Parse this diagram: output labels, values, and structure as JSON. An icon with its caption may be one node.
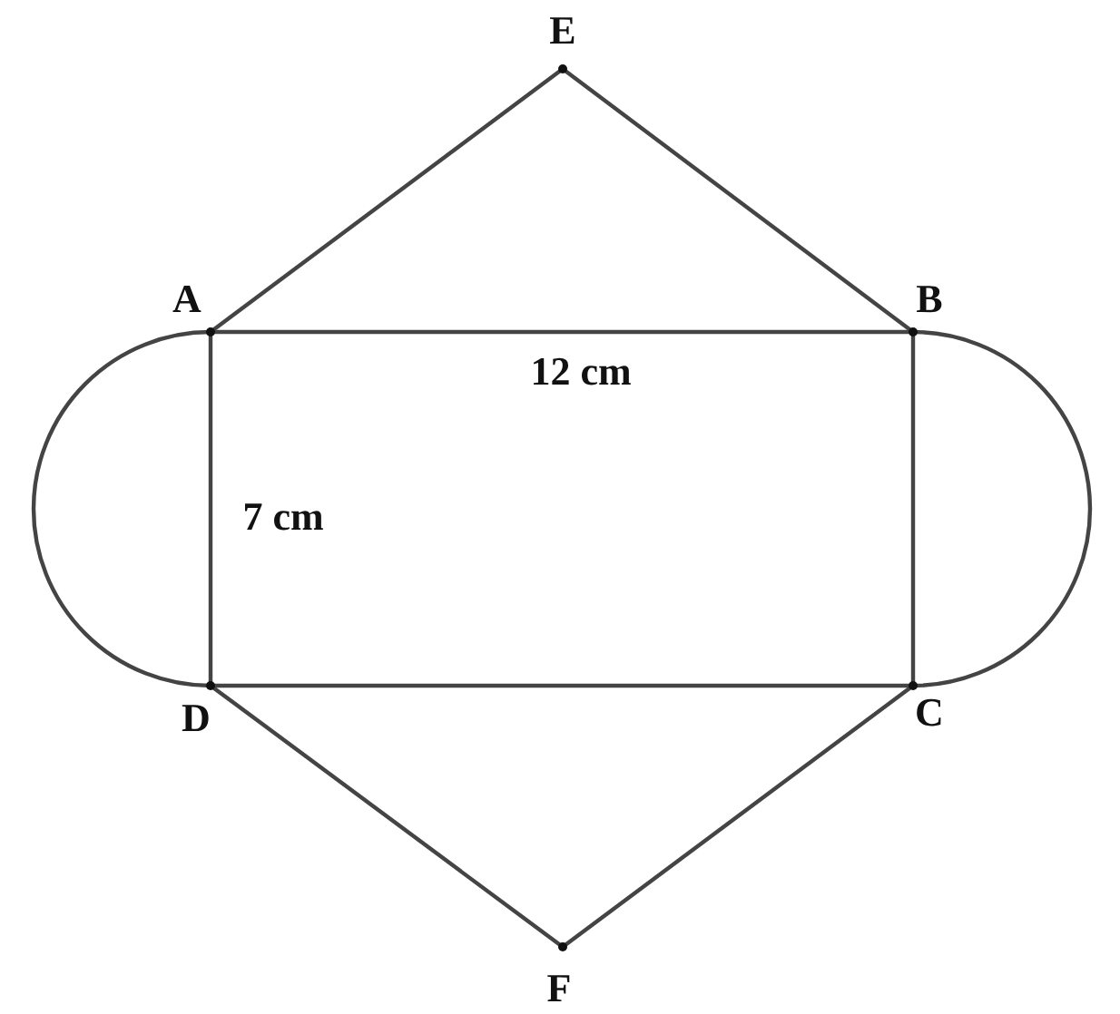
{
  "diagram": {
    "labels": [
      "E",
      "A",
      "B",
      "12 cm",
      "7 cm",
      "D",
      "C",
      "F"
    ]
  }
}
